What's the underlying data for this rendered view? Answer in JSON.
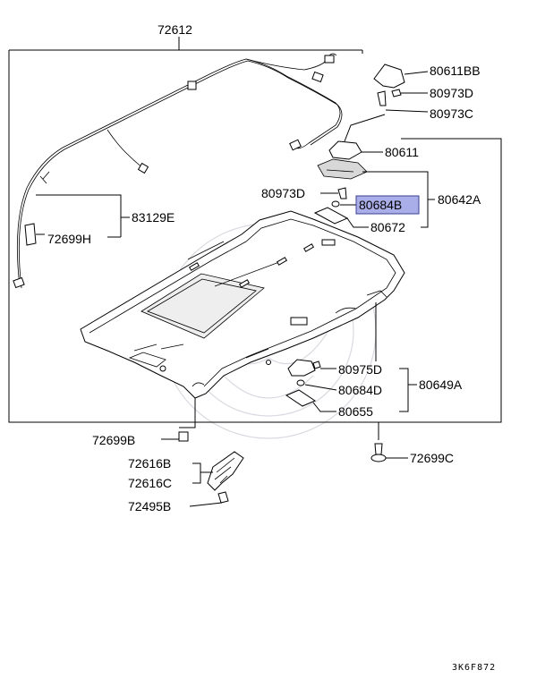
{
  "labels": {
    "p72612": "72612",
    "p80611BB": "80611BB",
    "p80973D_top": "80973D",
    "p80973C": "80973C",
    "p80611": "80611",
    "p80973D_mid": "80973D",
    "p80684B": "80684B",
    "p80642A": "80642A",
    "p80672": "80672",
    "p83129E": "83129E",
    "p72699H": "72699H",
    "p80975D": "80975D",
    "p80684D": "80684D",
    "p80649A": "80649A",
    "p80655": "80655",
    "p72699B": "72699B",
    "p72699C": "72699C",
    "p72616B": "72616B",
    "p72616C": "72616C",
    "p72495B": "72495B",
    "code": "3K6F872"
  },
  "colors": {
    "highlight_fill": "#a9aee8",
    "highlight_stroke": "#3a3f90",
    "line": "#000000"
  }
}
